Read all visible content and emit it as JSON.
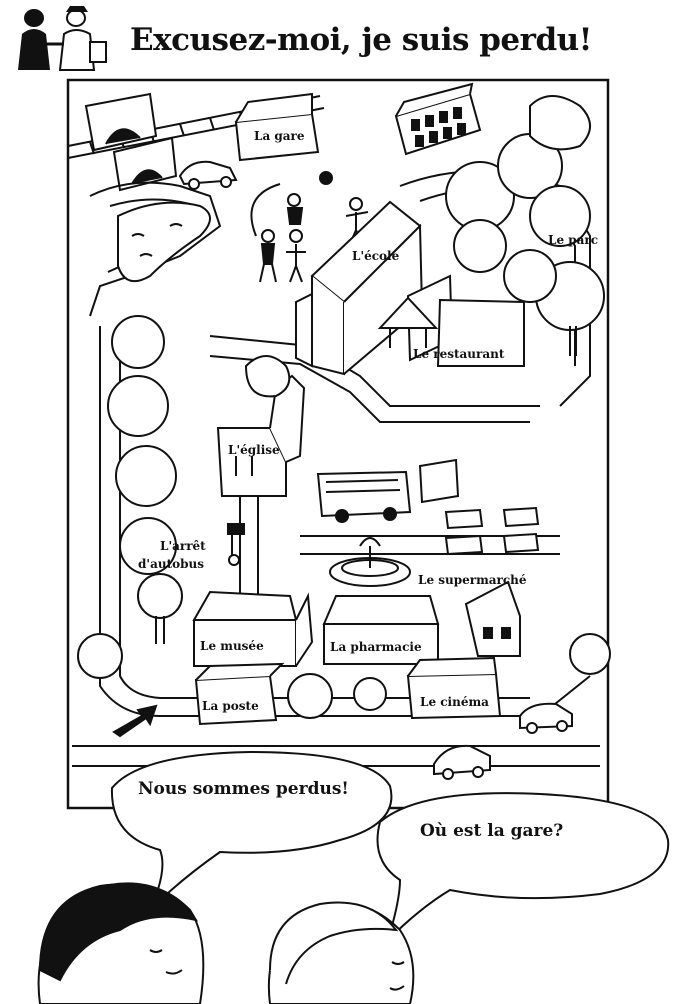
{
  "title": "Excusez-moi, je suis perdu!",
  "places": {
    "gare": "La gare",
    "parc": "Le parc",
    "ecole": "L'école",
    "restaurant": "Le restaurant",
    "eglise": "L'église",
    "arret_line1": "L'arrêt",
    "arret_line2": "d'autobus",
    "supermarche": "Le supermarché",
    "musee": "Le musée",
    "pharmacie": "La pharmacie",
    "poste": "La poste",
    "cinema": "Le cinéma"
  },
  "speech": {
    "left": "Nous sommes perdus!",
    "right": "Où est la gare?"
  },
  "colors": {
    "ink": "#111111",
    "paper": "#ffffff"
  }
}
